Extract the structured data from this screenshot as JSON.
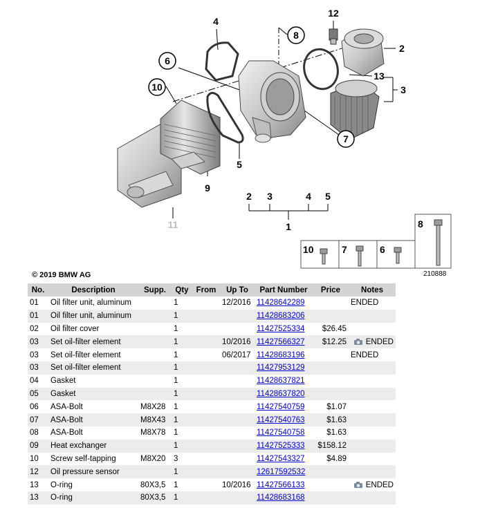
{
  "diagram": {
    "callouts": [
      "12",
      "4",
      "8",
      "2",
      "6",
      "13",
      "3",
      "10",
      "7",
      "5",
      "9",
      "11",
      "1",
      "2",
      "3",
      "4",
      "5"
    ],
    "hardware_labels": [
      "10",
      "7",
      "6",
      "8"
    ],
    "image_number": "210888"
  },
  "copyright": "© 2019 BMW AG",
  "table": {
    "headers": [
      "No.",
      "Description",
      "Supp.",
      "Qty",
      "From",
      "Up To",
      "Part Number",
      "Price",
      "Notes"
    ],
    "rows": [
      {
        "no": "01",
        "desc": "Oil filter unit, aluminum",
        "supp": "",
        "qty": "1",
        "from": "",
        "upto": "12/2016",
        "part": "11428642289",
        "price": "",
        "camera": false,
        "notes": "ENDED"
      },
      {
        "no": "01",
        "desc": "Oil filter unit, aluminum",
        "supp": "",
        "qty": "1",
        "from": "",
        "upto": "",
        "part": "11428683206",
        "price": "",
        "camera": false,
        "notes": ""
      },
      {
        "no": "02",
        "desc": "Oil filter cover",
        "supp": "",
        "qty": "1",
        "from": "",
        "upto": "",
        "part": "11427525334",
        "price": "$26.45",
        "camera": false,
        "notes": ""
      },
      {
        "no": "03",
        "desc": "Set oil-filter element",
        "supp": "",
        "qty": "1",
        "from": "",
        "upto": "10/2016",
        "part": "11427566327",
        "price": "$12.25",
        "camera": true,
        "notes": "ENDED"
      },
      {
        "no": "03",
        "desc": "Set oil-filter element",
        "supp": "",
        "qty": "1",
        "from": "",
        "upto": "06/2017",
        "part": "11428683196",
        "price": "",
        "camera": false,
        "notes": "ENDED"
      },
      {
        "no": "03",
        "desc": "Set oil-filter element",
        "supp": "",
        "qty": "1",
        "from": "",
        "upto": "",
        "part": "11427953129",
        "price": "",
        "camera": false,
        "notes": ""
      },
      {
        "no": "04",
        "desc": "Gasket",
        "supp": "",
        "qty": "1",
        "from": "",
        "upto": "",
        "part": "11428637821",
        "price": "",
        "camera": false,
        "notes": ""
      },
      {
        "no": "05",
        "desc": "Gasket",
        "supp": "",
        "qty": "1",
        "from": "",
        "upto": "",
        "part": "11428637820",
        "price": "",
        "camera": false,
        "notes": ""
      },
      {
        "no": "06",
        "desc": "ASA-Bolt",
        "supp": "M8X28",
        "qty": "1",
        "from": "",
        "upto": "",
        "part": "11427540759",
        "price": "$1.07",
        "camera": false,
        "notes": ""
      },
      {
        "no": "07",
        "desc": "ASA-Bolt",
        "supp": "M8X43",
        "qty": "1",
        "from": "",
        "upto": "",
        "part": "11427540763",
        "price": "$1.63",
        "camera": false,
        "notes": ""
      },
      {
        "no": "08",
        "desc": "ASA-Bolt",
        "supp": "M8X78",
        "qty": "1",
        "from": "",
        "upto": "",
        "part": "11427540758",
        "price": "$1.63",
        "camera": false,
        "notes": ""
      },
      {
        "no": "09",
        "desc": "Heat exchanger",
        "supp": "",
        "qty": "1",
        "from": "",
        "upto": "",
        "part": "11427525333",
        "price": "$158.12",
        "camera": false,
        "notes": ""
      },
      {
        "no": "10",
        "desc": "Screw self-tapping",
        "supp": "M8X20",
        "qty": "3",
        "from": "",
        "upto": "",
        "part": "11427543327",
        "price": "$4.89",
        "camera": false,
        "notes": ""
      },
      {
        "no": "12",
        "desc": "Oil pressure sensor",
        "supp": "",
        "qty": "1",
        "from": "",
        "upto": "",
        "part": "12617592532",
        "price": "",
        "camera": false,
        "notes": ""
      },
      {
        "no": "13",
        "desc": "O-ring",
        "supp": "80X3,5",
        "qty": "1",
        "from": "",
        "upto": "10/2016",
        "part": "11427566133",
        "price": "",
        "camera": true,
        "notes": "ENDED"
      },
      {
        "no": "13",
        "desc": "O-ring",
        "supp": "80X3,5",
        "qty": "1",
        "from": "",
        "upto": "",
        "part": "11428683168",
        "price": "",
        "camera": false,
        "notes": ""
      }
    ]
  }
}
